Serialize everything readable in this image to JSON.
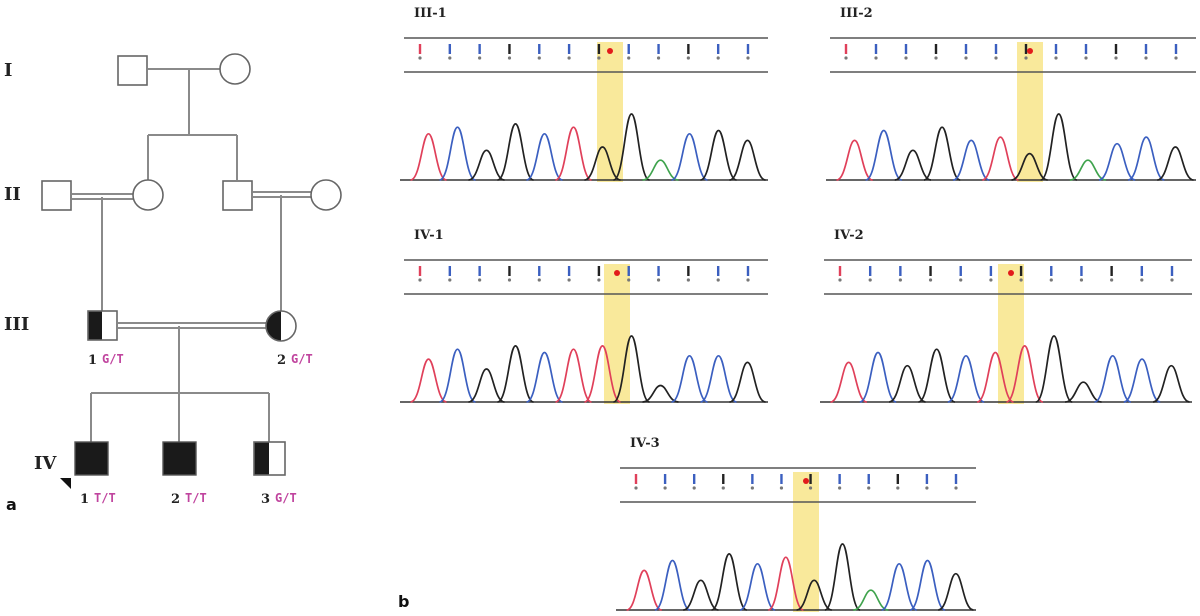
{
  "panels": {
    "a": "a",
    "b": "b"
  },
  "pedigree": {
    "generations": [
      "I",
      "II",
      "III",
      "IV"
    ],
    "individuals": [
      {
        "id": "III-1",
        "number": "1",
        "genotype": "G/T",
        "status": "carrier"
      },
      {
        "id": "III-2",
        "number": "2",
        "genotype": "G/T",
        "status": "carrier"
      },
      {
        "id": "IV-1",
        "number": "1",
        "genotype": "T/T",
        "status": "affected",
        "proband": true
      },
      {
        "id": "IV-2",
        "number": "2",
        "genotype": "T/T",
        "status": "affected"
      },
      {
        "id": "IV-3",
        "number": "3",
        "genotype": "G/T",
        "status": "carrier"
      }
    ]
  },
  "traces": [
    {
      "id": "III-1",
      "label": "III-1"
    },
    {
      "id": "III-2",
      "label": "III-2"
    },
    {
      "id": "IV-1",
      "label": "IV-1"
    },
    {
      "id": "IV-2",
      "label": "IV-2"
    },
    {
      "id": "IV-3",
      "label": "IV-3"
    }
  ],
  "colors": {
    "line": "#8a8a8a",
    "genotype": "#c0449e",
    "highlight": "#f7e27a",
    "base_A": "#3fa34d",
    "base_C": "#3b5fc0",
    "base_G": "#222222",
    "base_T": "#e0405a",
    "marker": "#e21b1b"
  }
}
